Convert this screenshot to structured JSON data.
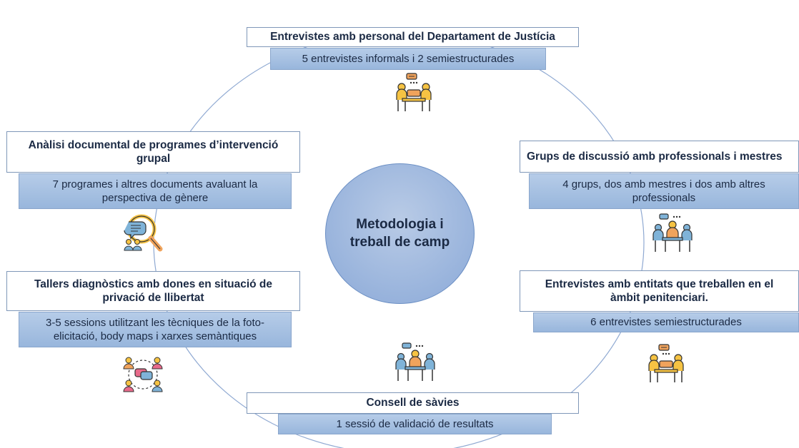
{
  "center": {
    "line1": "Metodologia i",
    "line2": "treball de camp"
  },
  "nodes": {
    "top": {
      "title": "Entrevistes amb personal del Departament de Justícia",
      "detail": "5 entrevistes informals i 2 semiestructurades"
    },
    "left_top": {
      "title_line1": "Anàlisi documental de programes d’intervenció",
      "title_line2": "grupal",
      "detail_line1": "7 programes i altres documents avaluant la",
      "detail_line2": "perspectiva de gènere"
    },
    "right_top": {
      "title": "Grups de discussió amb professionals i mestres",
      "detail_line1": "4 grups, dos amb mestres i dos amb altres",
      "detail_line2": "professionals"
    },
    "left_bottom": {
      "title_line1": "Tallers diagnòstics amb dones en situació de",
      "title_line2": "privació de llibertat",
      "detail_line1": "3-5 sessions utilitzant les tècniques de la foto-",
      "detail_line2": "elicitació, body maps i xarxes semàntiques"
    },
    "right_bottom": {
      "title_line1": "Entrevistes amb entitats que treballen en el",
      "title_line2": "àmbit penitenciari.",
      "detail": "6 entrevistes semiestructurades"
    },
    "bottom": {
      "title": "Consell de sàvies",
      "detail": "1 sessió de validació de resultats"
    }
  },
  "colors": {
    "ring": "#8fa9d2",
    "box_fill": "#a9c1e2",
    "center_fill": "#a4bce2",
    "icon_yellow": "#f6c343",
    "icon_blue": "#7fb3d8",
    "icon_orange": "#f0a35c"
  },
  "icons": [
    "meeting-interview-icon",
    "document-search-icon",
    "group-discussion-icon",
    "workshop-chat-icon",
    "board-meeting-icon",
    "meeting-interview-icon"
  ]
}
